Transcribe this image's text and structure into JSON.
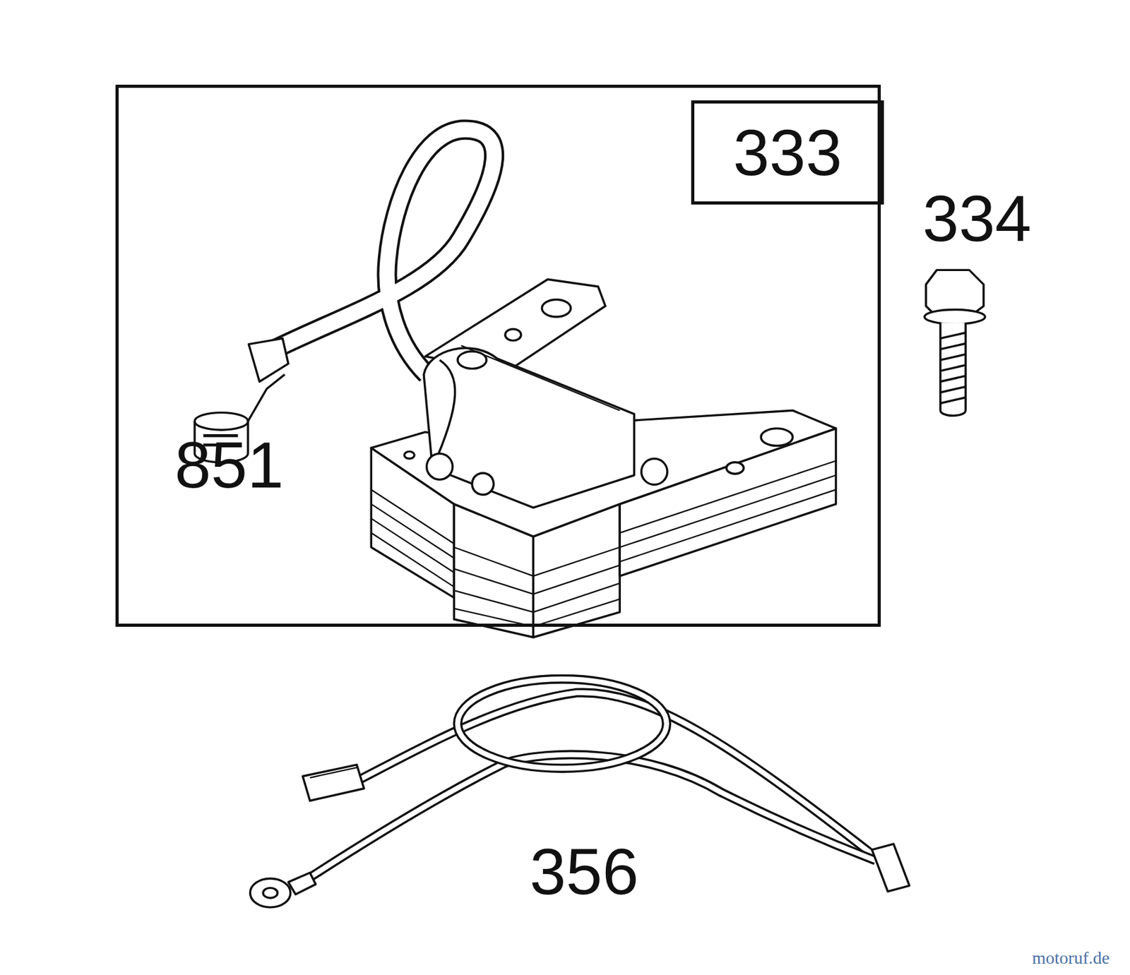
{
  "diagram": {
    "nodes": [
      {
        "text": [
          "851"
        ]
      },
      {
        "text": [
          "333"
        ],
        "in": 0
      }
    ],
    "labels": [
      "334",
      "356",
      "motoruf.de"
    ]
  }
}
